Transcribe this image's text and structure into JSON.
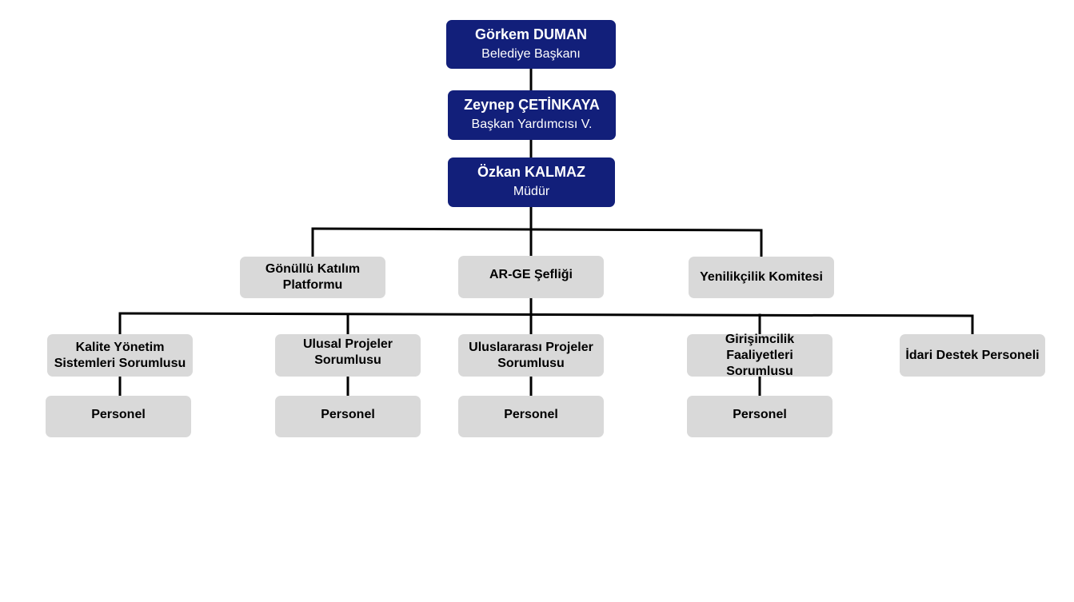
{
  "executives": [
    {
      "name": "Görkem DUMAN",
      "role": "Belediye Başkanı"
    },
    {
      "name": "Zeynep ÇETİNKAYA",
      "role": "Başkan Yardımcısı V."
    },
    {
      "name": "Özkan KALMAZ",
      "role": "Müdür"
    }
  ],
  "units": {
    "gonullu": [
      "Gönüllü Katılım",
      "Platformu"
    ],
    "arge": [
      "AR-GE Şefliği"
    ],
    "yenilikcilik": [
      "Yenilikçilik Komitesi"
    ]
  },
  "roles": {
    "kalite": [
      "Kalite Yönetim",
      "Sistemleri Sorumlusu"
    ],
    "ulusal": [
      "Ulusal Projeler",
      "Sorumlusu"
    ],
    "uluslararasi": [
      "Uluslararası Projeler",
      "Sorumlusu"
    ],
    "girisimcilik": [
      "Girişimcilik Faaliyetleri",
      "Sorumlusu"
    ],
    "idari": [
      "İdari Destek Personeli"
    ]
  },
  "staff": {
    "label": "Personel"
  },
  "colors": {
    "executive_box": "#121f7a",
    "unit_box": "#d9d9d9",
    "connector": "#000000"
  }
}
